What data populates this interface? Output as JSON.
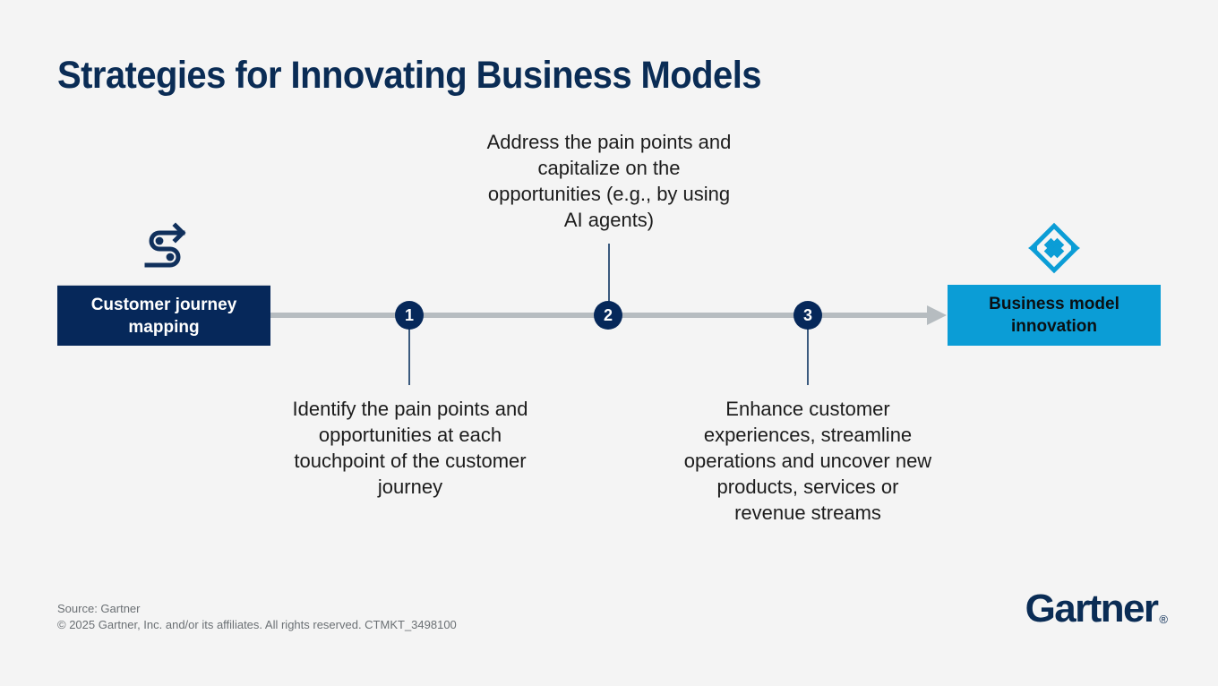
{
  "page": {
    "title": "Strategies for Innovating Business Models",
    "background_color": "#f4f4f4"
  },
  "colors": {
    "navy": "#06285a",
    "title_navy": "#0a2c55",
    "cyan": "#0b9dd6",
    "rail_grey": "#b6bcc0",
    "stem_blue": "#3b5a7e",
    "body_text": "#1c1c1c",
    "footer_grey": "#6b7074"
  },
  "flow": {
    "start_box": {
      "label": "Customer journey mapping",
      "icon": "winding-journey-path-icon",
      "background": "#06285a",
      "text_color": "#ffffff"
    },
    "end_box": {
      "label": "Business model innovation",
      "icon": "diamond-innovation-icon",
      "background": "#0b9dd6",
      "text_color": "#0b1013"
    },
    "arrow_direction": "left-to-right",
    "steps": [
      {
        "number": "1",
        "caption": "Identify the pain points and opportunities at each touchpoint of the customer journey",
        "caption_position": "below"
      },
      {
        "number": "2",
        "caption": "Address the pain points and capitalize on the opportunities (e.g., by using AI agents)",
        "caption_position": "above"
      },
      {
        "number": "3",
        "caption": "Enhance customer experiences, streamline operations and uncover new products, services or revenue streams",
        "caption_position": "below"
      }
    ]
  },
  "footer": {
    "source": "Source: Gartner",
    "copyright": "© 2025 Gartner, Inc. and/or its affiliates. All rights reserved. CTMKT_3498100",
    "logo_text": "Gartner",
    "logo_mark": "®"
  }
}
